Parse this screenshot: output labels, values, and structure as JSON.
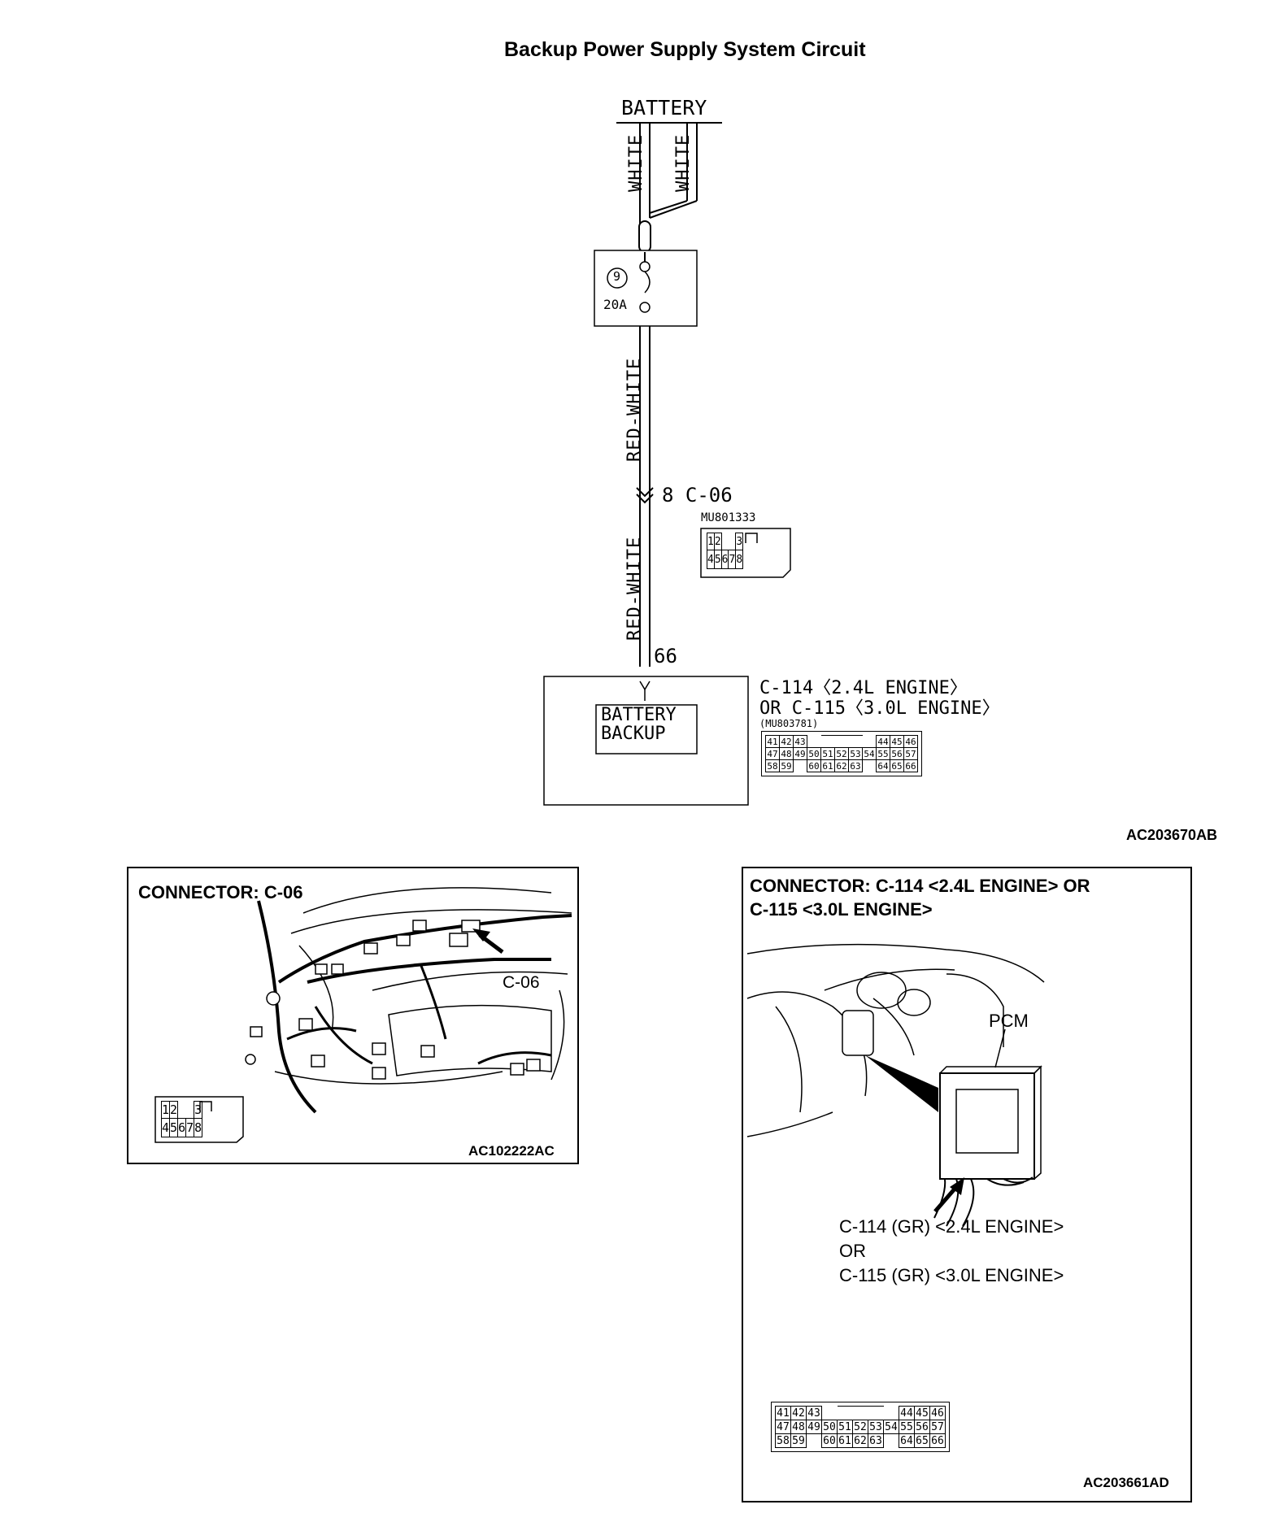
{
  "title": "Backup Power Supply System Circuit",
  "circuit": {
    "source": "BATTERY",
    "wire_left": "WHITE",
    "wire_right": "WHITE",
    "fuse": {
      "number": "9",
      "rating": "20A"
    },
    "wire_mid": "RED-WHITE",
    "wire_low": "RED-WHITE",
    "junction_label": "8 C-06",
    "c06_part": "MU801333",
    "c06_pins": [
      [
        "1",
        "2",
        "",
        "3"
      ],
      [
        "4",
        "5",
        "6",
        "7",
        "8"
      ]
    ],
    "ecu_pin": "66",
    "ecu_label_1": "BATTERY",
    "ecu_label_2": "BACKUP",
    "ecu_connector_line1": "C-114〈2.4L ENGINE〉",
    "ecu_connector_line2": "OR C-115〈3.0L ENGINE〉",
    "ecu_part": "(MU803781)",
    "ecu_pins_row1": [
      "41",
      "42",
      "43",
      "",
      "",
      "",
      "",
      "44",
      "45",
      "46"
    ],
    "ecu_pins_row2": [
      "47",
      "48",
      "49",
      "50",
      "51",
      "52",
      "53",
      "54",
      "55",
      "56",
      "57"
    ],
    "ecu_pins_row3": [
      "58",
      "59",
      "",
      "60",
      "61",
      "62",
      "63",
      "",
      "64",
      "65",
      "66"
    ],
    "figure_id": "AC203670AB"
  },
  "panel_c06": {
    "heading": "CONNECTOR: C-06",
    "callout": "C-06",
    "figure_id": "AC102222AC",
    "pins_row1": [
      "1",
      "2",
      "",
      "3"
    ],
    "pins_row2": [
      "4",
      "5",
      "6",
      "7",
      "8"
    ]
  },
  "panel_c114": {
    "heading_line1": "CONNECTOR: C-114 <2.4L ENGINE> OR",
    "heading_line2": "C-115 <3.0L ENGINE>",
    "pcm_label": "PCM",
    "callout_line1": "C-114 (GR) <2.4L ENGINE>",
    "callout_line2": "OR",
    "callout_line3": "C-115 (GR) <3.0L ENGINE>",
    "figure_id": "AC203661AD"
  }
}
